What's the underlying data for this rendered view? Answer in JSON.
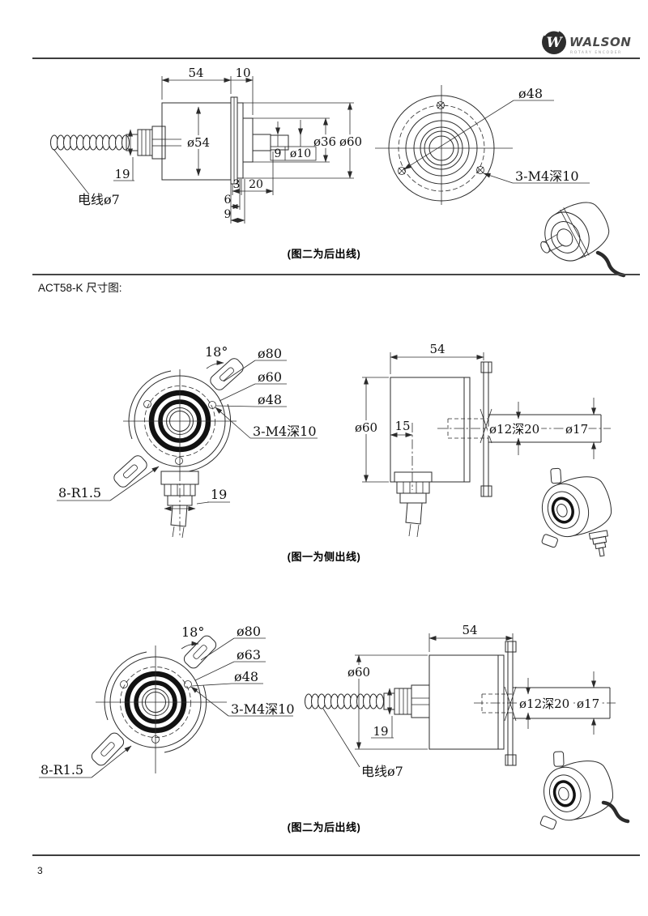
{
  "logo": {
    "brand": "WALSON",
    "tagline": "ROTARY ENCODER",
    "monogram": "W"
  },
  "heading": "ACT58-K 尺寸图:",
  "page_number": "3",
  "fig1": {
    "caption": "(图二为后出线)",
    "dims": {
      "w54": "54",
      "w10": "10",
      "dia54": "ø54",
      "dia36": "ø36",
      "dia60": "ø60",
      "s9": "9",
      "dia10": "ø10",
      "t3": "3",
      "l20": "20",
      "t6": "6",
      "t9": "9",
      "g19": "19",
      "cable": "电线ø7",
      "dia48": "ø48",
      "m4": "3-M4深10"
    }
  },
  "fig2": {
    "caption": "(图一为侧出线)",
    "dims": {
      "angle": "18°",
      "dia80": "ø80",
      "dia60": "ø60",
      "dia48": "ø48",
      "m4": "3-M4深10",
      "r": "8-R1.5",
      "g19": "19",
      "w54": "54",
      "body": "ø60",
      "off15": "15",
      "bore": "ø12深20",
      "dia17": "ø17"
    }
  },
  "fig3": {
    "caption": "(图二为后出线)",
    "dims": {
      "angle": "18°",
      "dia80": "ø80",
      "dia63": "ø63",
      "dia48": "ø48",
      "m4": "3-M4深10",
      "r": "8-R1.5",
      "g19": "19",
      "cable": "电线ø7",
      "w54": "54",
      "body": "ø60",
      "bore": "ø12深20",
      "dia17": "ø17"
    }
  }
}
